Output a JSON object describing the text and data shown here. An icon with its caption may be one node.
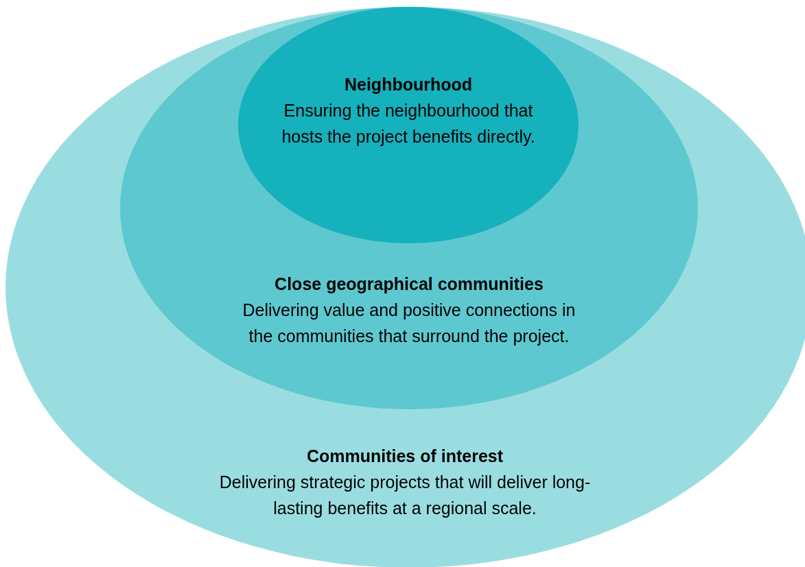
{
  "diagram": {
    "nodes": [
      {
        "text": [
          "Communities of interest",
          "Delivering strategic projects that will deliver long-lasting benefits at a regional scale."
        ]
      },
      {
        "text": [
          "Close geographical communities",
          "Delivering value and positive connections in the communities that surround the project."
        ],
        "in": 0
      },
      {
        "text": [
          "Neighbourhood",
          "Ensuring the neighbourhood that hosts the project benefits directly."
        ],
        "in": 1
      }
    ]
  }
}
